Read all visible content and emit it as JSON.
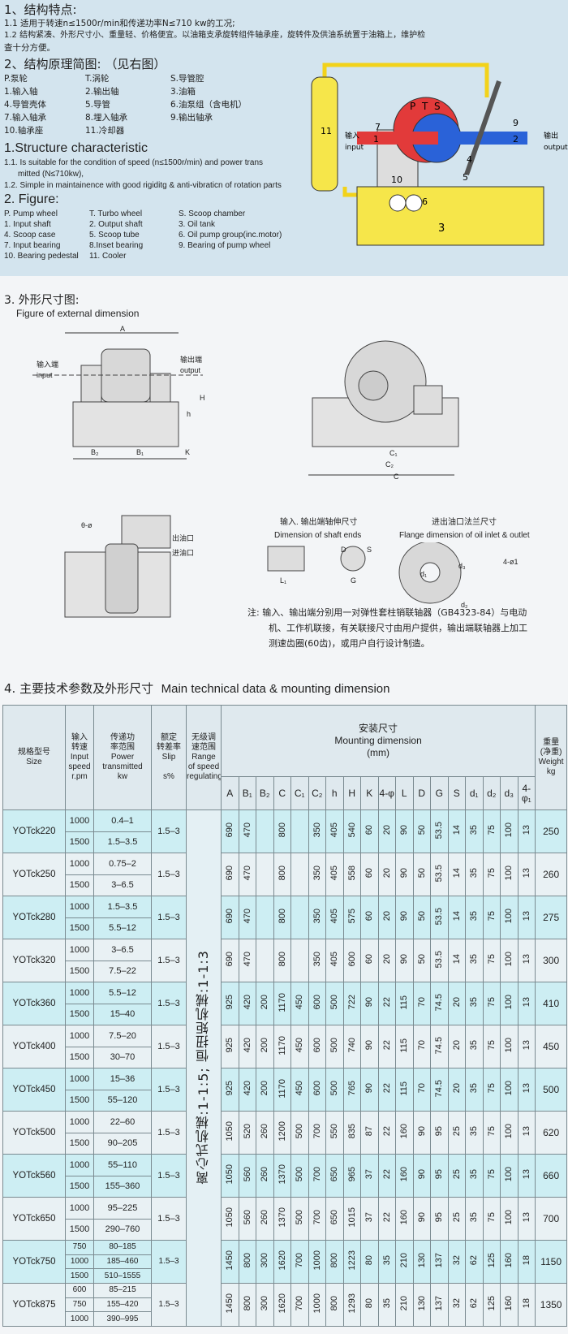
{
  "sec1": {
    "title": "1、结构特点:",
    "l1": "1.1  适用于转速n≤1500r/min和传递功率N≤710 kw的工况;",
    "l2": "1.2  结构紧凑、外形尺寸小、重量轻、价格便宜。以油箱支承旋转组件轴承座，旋转件及供油系统置于油箱上，维护检",
    "l3": "查十分方便。"
  },
  "sec2": {
    "title": "2、结构原理简图:  （见右图）",
    "items": [
      "P.泵轮",
      "T.涡轮",
      "S.导管腔",
      "1.输入轴",
      "2.输出轴",
      "3.油箱",
      "4.导管壳体",
      "5.导管",
      "6.油泵组（含电机）",
      "7.输入轴承",
      "8.埋入轴承",
      "9.输出轴承",
      "10.轴承座",
      "11.冷却器",
      ""
    ]
  },
  "sec1en": {
    "title": "1.Structure characteristic",
    "l1": "1.1. Is suitable for the condition of speed (n≤1500r/min) and power trans",
    "l1b": "mitted (N≤710kw),",
    "l2": "1.2. Simple in maintainence with good rigiditg & anti-vibraticn of rotation parts"
  },
  "sec2en": {
    "title": "2. Figure:",
    "items": [
      "P. Pump wheel",
      "T. Turbo wheel",
      "S. Scoop chamber",
      "1. Input shaft",
      "2. Output shaft",
      "3. Oil tank",
      "4. Scoop case",
      "5. Scoop tube",
      "6. Oil pump group(inc.motor)",
      "7. Input bearing",
      "8.Inset bearing",
      "9. Bearing of pump wheel",
      "10. Bearing pedestal",
      "11. Cooler",
      ""
    ]
  },
  "schematic": {
    "labels": {
      "p": "P",
      "t": "T",
      "s": "S",
      "n1": "1",
      "n2": "2",
      "n3": "3",
      "n4": "4",
      "n5": "5",
      "n6": "6",
      "n7": "7",
      "n9": "9",
      "n10": "10",
      "n11": "11"
    },
    "input_cn": "输入",
    "input_en": "input",
    "output_cn": "输出",
    "output_en": "output"
  },
  "sec3": {
    "title_cn": "3. 外形尺寸图:",
    "title_en": "Figure of external dimension",
    "labels": {
      "A": "A",
      "H": "H",
      "h": "h",
      "B2": "B₂",
      "B1": "B₁",
      "K": "K",
      "C1": "C₁",
      "C2": "C₂",
      "C": "C",
      "input_cn": "输入端",
      "input_en": "input",
      "output_cn": "输出端",
      "output_en": "output",
      "oil_out": "出油口",
      "oil_in": "进油口",
      "theta": "θ-ø",
      "D": "D",
      "L1": "L₁",
      "S": "S",
      "G": "G",
      "d1": "d₁",
      "d2": "d₂",
      "d3": "d₃",
      "hole": "4-ø1"
    },
    "shaft_cn": "输入. 输出端轴伸尺寸",
    "shaft_en": "Dimension of shaft ends",
    "flange_cn": "进出油口法兰尺寸",
    "flange_en": "Flange dimension of oil inlet & outlet",
    "note": [
      "注:   输入、输出端分别用一对弹性套柱销联轴器（GB4323-84）与电动",
      "机、工作机联接，有关联接尺寸由用户提供，输出端联轴器上加工",
      "测速齿圈(60齿)，或用户自行设计制造。"
    ]
  },
  "sec4": {
    "title_cn": "4. 主要技术参数及外形尺寸",
    "title_en": "Main technical data & mounting dimension"
  },
  "table": {
    "headers": {
      "size": [
        "规格型号",
        "Size"
      ],
      "speed": [
        "输入",
        "转速",
        "Input",
        "speed",
        "r.pm"
      ],
      "power": [
        "传递功",
        "率范围",
        "Power",
        "transmitted",
        "kw"
      ],
      "slip": [
        "额定",
        "转差率",
        "Slip",
        "",
        "s%"
      ],
      "regulating": [
        "无级调",
        "速范围",
        "Range",
        "of speed",
        "regulating"
      ],
      "mounting": [
        "安装尺寸",
        "Mounting dimension",
        "(mm)"
      ],
      "weight": [
        "重量",
        "(净重)",
        "Weight",
        "kg"
      ]
    },
    "dim_cols": [
      "A",
      "B₁",
      "B₂",
      "C",
      "C₁",
      "C₂",
      "h",
      "H",
      "K",
      "4-φ",
      "L",
      "D",
      "G",
      "S",
      "d₁",
      "d₂",
      "d₃",
      "4-φ₁"
    ],
    "regulating_text": "离心式机械:1-1:5;   恒扭矩机械:1-1:3",
    "rows": [
      {
        "size": "YOTck220",
        "speeds": [
          "1000",
          "1500"
        ],
        "power": [
          "0.4–1",
          "1.5–3.5"
        ],
        "slip": "1.5–3",
        "dims": [
          "690",
          "470",
          "",
          "800",
          "",
          "350",
          "405",
          "540",
          "60",
          "20",
          "90",
          "50",
          "53.5",
          "14",
          "35",
          "75",
          "100",
          "13"
        ],
        "weight": "250"
      },
      {
        "size": "YOTck250",
        "speeds": [
          "1000",
          "1500"
        ],
        "power": [
          "0.75–2",
          "3–6.5"
        ],
        "slip": "1.5–3",
        "dims": [
          "690",
          "470",
          "",
          "800",
          "",
          "350",
          "405",
          "558",
          "60",
          "20",
          "90",
          "50",
          "53.5",
          "14",
          "35",
          "75",
          "100",
          "13"
        ],
        "weight": "260"
      },
      {
        "size": "YOTck280",
        "speeds": [
          "1000",
          "1500"
        ],
        "power": [
          "1.5–3.5",
          "5.5–12"
        ],
        "slip": "1.5–3",
        "dims": [
          "690",
          "470",
          "",
          "800",
          "",
          "350",
          "405",
          "575",
          "60",
          "20",
          "90",
          "50",
          "53.5",
          "14",
          "35",
          "75",
          "100",
          "13"
        ],
        "weight": "275"
      },
      {
        "size": "YOTck320",
        "speeds": [
          "1000",
          "1500"
        ],
        "power": [
          "3–6.5",
          "7.5–22"
        ],
        "slip": "1.5–3",
        "dims": [
          "690",
          "470",
          "",
          "800",
          "",
          "350",
          "405",
          "600",
          "60",
          "20",
          "90",
          "50",
          "53.5",
          "14",
          "35",
          "75",
          "100",
          "13"
        ],
        "weight": "300"
      },
      {
        "size": "YOTck360",
        "speeds": [
          "1000",
          "1500"
        ],
        "power": [
          "5.5–12",
          "15–40"
        ],
        "slip": "1.5–3",
        "dims": [
          "925",
          "420",
          "200",
          "1170",
          "450",
          "600",
          "500",
          "722",
          "90",
          "22",
          "115",
          "70",
          "74.5",
          "20",
          "35",
          "75",
          "100",
          "13"
        ],
        "weight": "410"
      },
      {
        "size": "YOTck400",
        "speeds": [
          "1000",
          "1500"
        ],
        "power": [
          "7.5–20",
          "30–70"
        ],
        "slip": "1.5–3",
        "dims": [
          "925",
          "420",
          "200",
          "1170",
          "450",
          "600",
          "500",
          "740",
          "90",
          "22",
          "115",
          "70",
          "74.5",
          "20",
          "35",
          "75",
          "100",
          "13"
        ],
        "weight": "450"
      },
      {
        "size": "YOTck450",
        "speeds": [
          "1000",
          "1500"
        ],
        "power": [
          "15–36",
          "55–120"
        ],
        "slip": "1.5–3",
        "dims": [
          "925",
          "420",
          "200",
          "1170",
          "450",
          "600",
          "500",
          "765",
          "90",
          "22",
          "115",
          "70",
          "74.5",
          "20",
          "35",
          "75",
          "100",
          "13"
        ],
        "weight": "500"
      },
      {
        "size": "YOTck500",
        "speeds": [
          "1000",
          "1500"
        ],
        "power": [
          "22–60",
          "90–205"
        ],
        "slip": "1.5–3",
        "dims": [
          "1050",
          "520",
          "260",
          "1200",
          "500",
          "700",
          "550",
          "835",
          "87",
          "22",
          "160",
          "90",
          "95",
          "25",
          "35",
          "75",
          "100",
          "13"
        ],
        "weight": "620"
      },
      {
        "size": "YOTck560",
        "speeds": [
          "1000",
          "1500"
        ],
        "power": [
          "55–110",
          "155–360"
        ],
        "slip": "1.5–3",
        "dims": [
          "1050",
          "560",
          "260",
          "1370",
          "500",
          "700",
          "650",
          "965",
          "37",
          "22",
          "160",
          "90",
          "95",
          "25",
          "35",
          "75",
          "100",
          "13"
        ],
        "weight": "660"
      },
      {
        "size": "YOTck650",
        "speeds": [
          "1000",
          "1500"
        ],
        "power": [
          "95–225",
          "290–760"
        ],
        "slip": "1.5–3",
        "dims": [
          "1050",
          "560",
          "260",
          "1370",
          "500",
          "700",
          "650",
          "1015",
          "37",
          "22",
          "160",
          "90",
          "95",
          "25",
          "35",
          "75",
          "100",
          "13"
        ],
        "weight": "700"
      },
      {
        "size": "YOTck750",
        "speeds": [
          "750",
          "1000",
          "1500"
        ],
        "power": [
          "80–185",
          "185–460",
          "510–1555"
        ],
        "slip": "1.5–3",
        "dims": [
          "1450",
          "800",
          "300",
          "1620",
          "700",
          "1000",
          "800",
          "1223",
          "80",
          "35",
          "210",
          "130",
          "137",
          "32",
          "62",
          "125",
          "160",
          "18"
        ],
        "weight": "1150"
      },
      {
        "size": "YOTck875",
        "speeds": [
          "600",
          "750",
          "1000"
        ],
        "power": [
          "85–215",
          "155–420",
          "390–995"
        ],
        "slip": "1.5–3",
        "dims": [
          "1450",
          "800",
          "300",
          "1620",
          "700",
          "1000",
          "800",
          "1293",
          "80",
          "35",
          "210",
          "130",
          "137",
          "32",
          "62",
          "125",
          "160",
          "18"
        ],
        "weight": "1350"
      }
    ]
  }
}
